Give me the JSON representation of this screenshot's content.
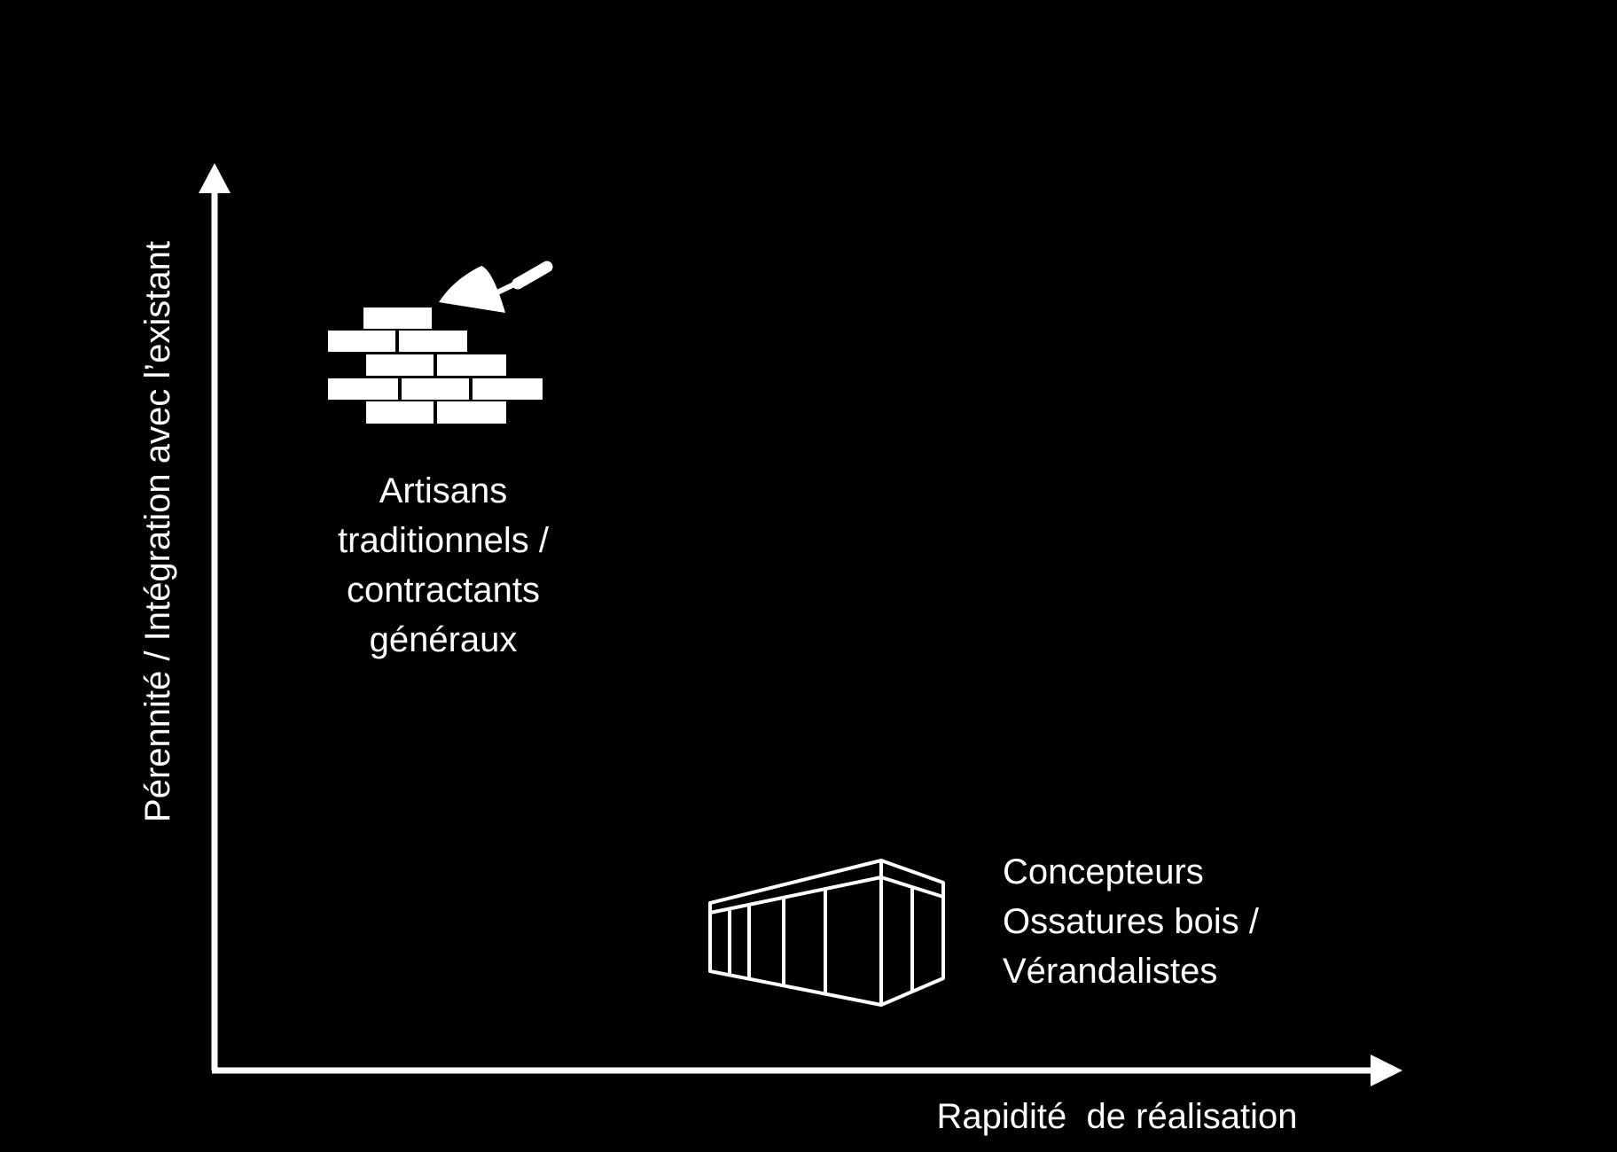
{
  "colors": {
    "background": "#000000",
    "foreground": "#ffffff"
  },
  "axes": {
    "x_label": "Rapidité  de réalisation",
    "y_label": "Pérennité / Intégration avec l’existant"
  },
  "items": [
    {
      "icon": "brick-wall-trowel-icon",
      "lines": [
        "Artisans",
        "traditionnels /",
        "contractants",
        "généraux"
      ]
    },
    {
      "icon": "veranda-frame-icon",
      "lines": [
        "Concepteurs",
        "Ossatures bois /",
        "Vérandalistes"
      ]
    }
  ]
}
